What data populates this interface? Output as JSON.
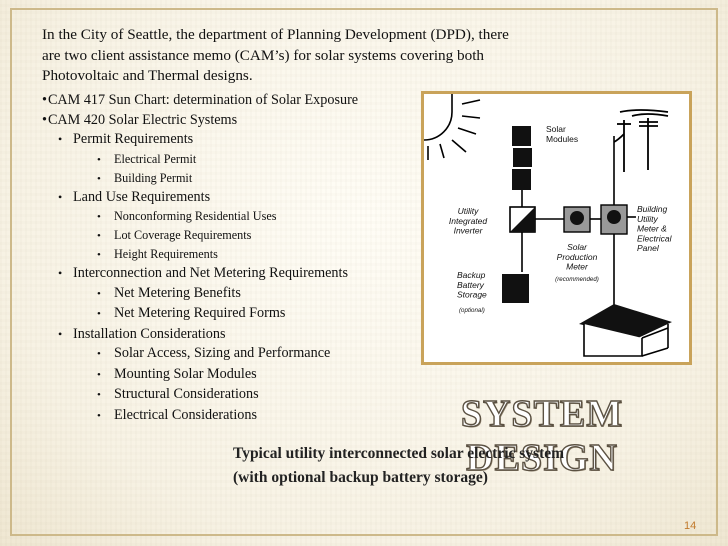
{
  "intro": "In the City of Seattle, the department of Planning Development (DPD), there are two client assistance memo (CAM’s) for solar systems covering both Photovoltaic and Thermal designs.",
  "outline": [
    {
      "level": 1,
      "text": "CAM 417 Sun Chart: determination of Solar Exposure"
    },
    {
      "level": 1,
      "text": "CAM 420 Solar Electric Systems"
    },
    {
      "level": 2,
      "text": "Permit Requirements"
    },
    {
      "level": 3,
      "size": "small",
      "text": "Electrical Permit"
    },
    {
      "level": 3,
      "size": "small",
      "text": "Building Permit"
    },
    {
      "level": 2,
      "text": "Land Use Requirements"
    },
    {
      "level": 3,
      "size": "small",
      "text": "Nonconforming Residential Uses"
    },
    {
      "level": 3,
      "size": "small",
      "text": "Lot Coverage Requirements"
    },
    {
      "level": 3,
      "size": "small",
      "text": "Height Requirements"
    },
    {
      "level": 2,
      "text": "Interconnection and Net Metering Requirements"
    },
    {
      "level": 3,
      "size": "large",
      "text": "Net Metering Benefits"
    },
    {
      "level": 3,
      "size": "large",
      "text": "Net Metering Required Forms"
    },
    {
      "level": 2,
      "text": "Installation Considerations"
    },
    {
      "level": 3,
      "size": "large",
      "text": "Solar Access, Sizing and Performance"
    },
    {
      "level": 3,
      "size": "large",
      "text": "Mounting Solar Modules"
    },
    {
      "level": 3,
      "size": "large",
      "text": "Structural Considerations"
    },
    {
      "level": 3,
      "size": "large",
      "text": "Electrical Considerations"
    }
  ],
  "diagram": {
    "solar_modules": "Solar\nModules",
    "inverter": "Utility\nIntegrated\nInverter",
    "production_meter": "Solar\nProduction\nMeter",
    "production_meter_note": "(recommended)",
    "utility_meter": "Building\nUtility\nMeter &\nElectrical\nPanel",
    "battery": "Backup\nBattery\nStorage",
    "battery_note": "(optional)"
  },
  "title": "SYSTEM DESIGN",
  "caption_line1": "Typical utility interconnected solar electric system",
  "caption_line2": "(with optional backup battery storage)",
  "page_number": "14",
  "colors": {
    "background": "#f7f2e4",
    "frame": "#cdb98a",
    "diagram_border": "#c9a35a",
    "page_number": "#c17a2c"
  }
}
